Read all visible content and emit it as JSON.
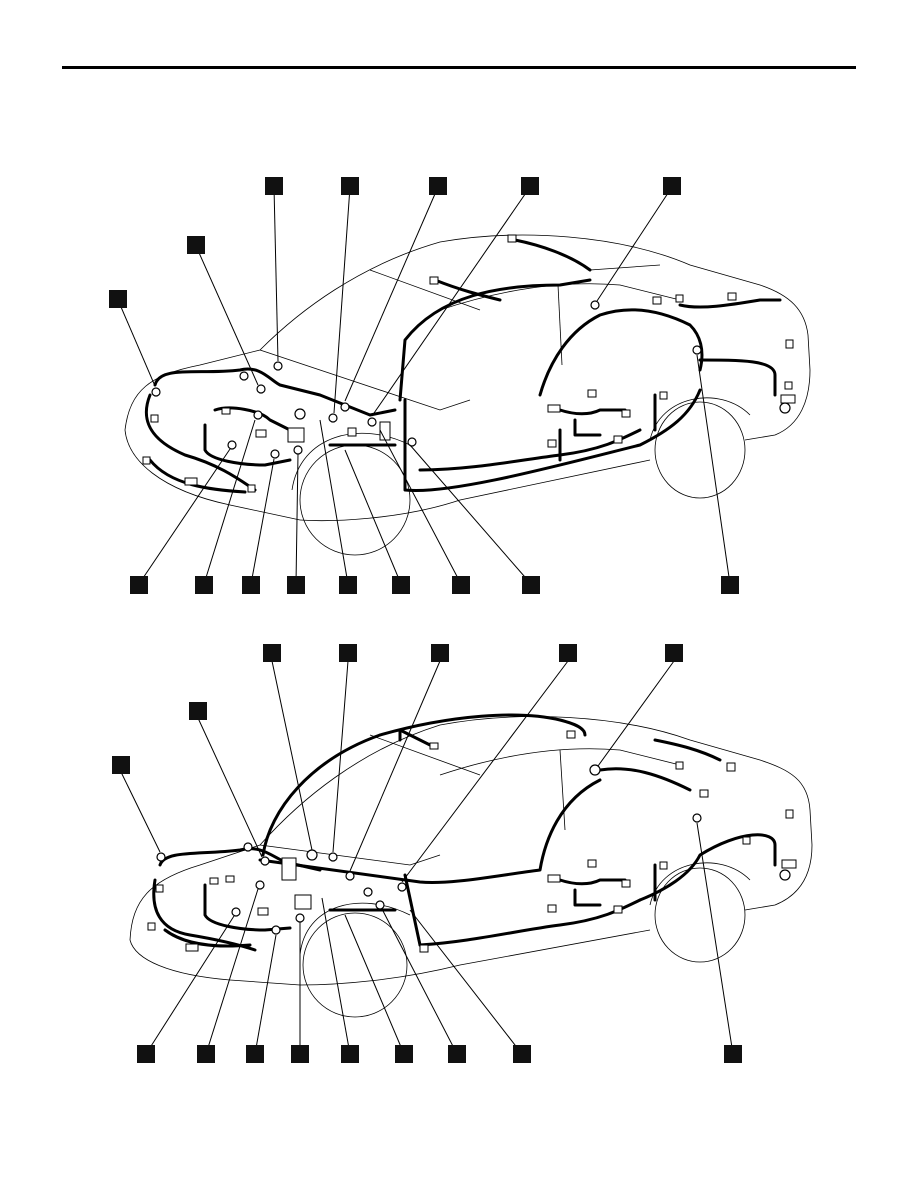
{
  "page": {
    "background": "#ffffff",
    "line_color": "#000000"
  },
  "diagrams": [
    {
      "id": "top",
      "callout_marker": "black-square",
      "callout_count": 18,
      "callout_labels": []
    },
    {
      "id": "bottom",
      "callout_marker": "black-square",
      "callout_count": 18,
      "callout_labels": []
    }
  ]
}
